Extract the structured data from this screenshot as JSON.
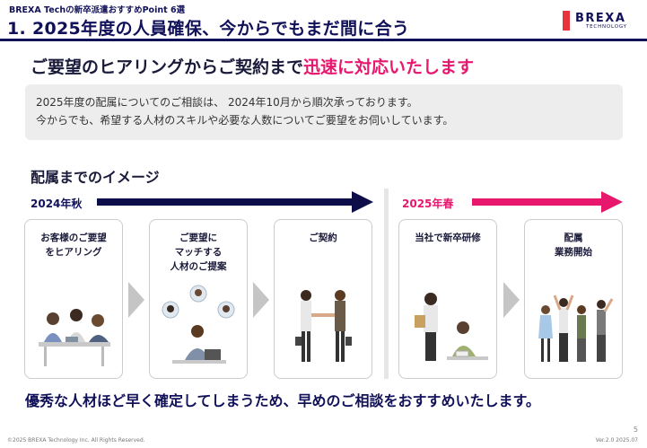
{
  "header": {
    "subtitle": "BREXA Techの新卒派遣おすすめPoint 6選",
    "title": "1. 2025年度の人員確保、今からでもまだ間に合う",
    "logo_text": "BREXA",
    "logo_tagline": "TECHNOLOGY"
  },
  "headline": {
    "main": "ご要望のヒアリングからご契約まで",
    "accent": "迅速に対応いたします"
  },
  "info": {
    "line1": "2025年度の配属についてのご相談は、 2024年10月から順次承っております。",
    "line2": "今からでも、希望する人材のスキルや必要な人数についてご要望をお伺いしています。"
  },
  "timeline": {
    "title": "配属までのイメージ",
    "season1": "2024年秋",
    "season2": "2025年春",
    "steps": [
      {
        "label": "お客様のご要望\nをヒアリング"
      },
      {
        "label": "ご要望に\nマッチする\n人材のご提案"
      },
      {
        "label": "ご契約"
      },
      {
        "label": "当社で新卒研修"
      },
      {
        "label": "配属\n業務開始"
      }
    ]
  },
  "conclusion": "優秀な人材ほど早く確定してしまうため、早めのご相談をおすすめいたします。",
  "footer": {
    "page": "5",
    "copyright": "©2025 BREXA Technology Inc. All Rights Reserved.",
    "version": "Ver.2.0 2025.07"
  },
  "colors": {
    "navy": "#11115a",
    "accent_pink": "#e8176e",
    "logo_red": "#e8323c"
  }
}
